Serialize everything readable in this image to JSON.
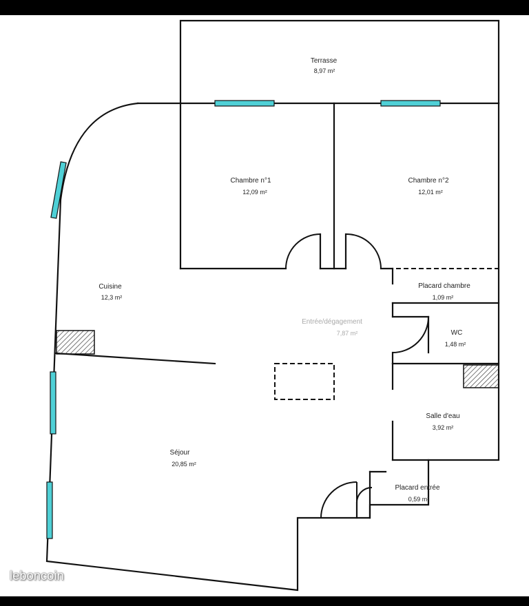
{
  "plan": {
    "rooms": [
      {
        "id": "terrasse",
        "name": "Terrasse",
        "area": "8,97  m²"
      },
      {
        "id": "chambre1",
        "name": "Chambre n°1",
        "area": "12,09  m²"
      },
      {
        "id": "chambre2",
        "name": "Chambre n°2",
        "area": "12,01  m²"
      },
      {
        "id": "cuisine",
        "name": "Cuisine",
        "area": "12,3  m²"
      },
      {
        "id": "entree",
        "name": "Entrée/dégagement",
        "area": "7,87  m²"
      },
      {
        "id": "placard-chambre",
        "name": "Placard chambre",
        "area": "1,09  m²"
      },
      {
        "id": "wc",
        "name": "WC",
        "area": "1,48  m²"
      },
      {
        "id": "salle-eau",
        "name": "Salle d'eau",
        "area": "3,92  m²"
      },
      {
        "id": "sejour",
        "name": "Séjour",
        "area": "20,85  m²"
      },
      {
        "id": "placard-entree",
        "name": "Placard entrée",
        "area": "0,59  m²"
      }
    ],
    "colors": {
      "wall": "#111111",
      "window": "#4fd0d6",
      "hatch": "#555555"
    }
  },
  "watermark": {
    "text": "leboncoin"
  }
}
